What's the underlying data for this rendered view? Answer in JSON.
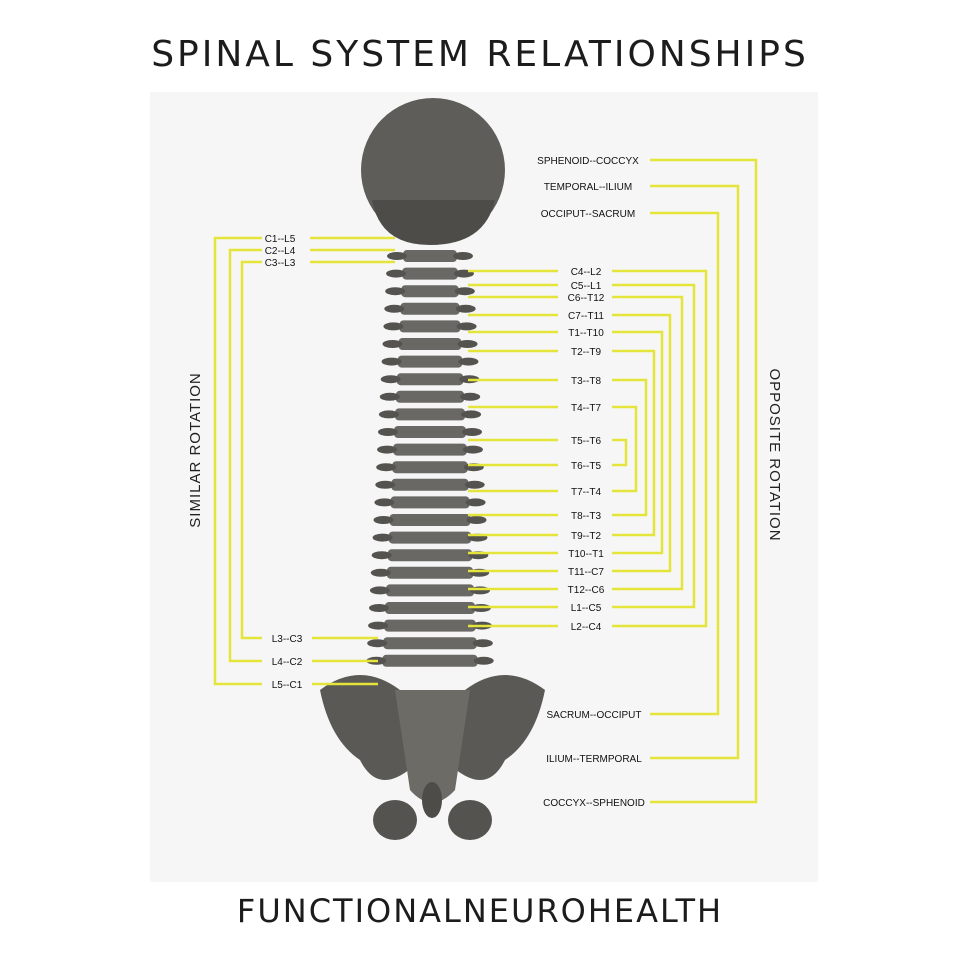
{
  "title": "SPINAL SYSTEM RELATIONSHIPS",
  "footer": "FUNCTIONALNEUROHEALTH",
  "similar_rotation_label": "SIMILAR ROTATION",
  "opposite_rotation_label": "OPPOSITE ROTATION",
  "accent_color": "#e4e43a",
  "bone_color": "#6a6864",
  "left_top_labels": [
    "C1--L5",
    "C2--L4",
    "C3--L3"
  ],
  "left_bottom_labels": [
    "L3--C3",
    "L4--C2",
    "L5--C1"
  ],
  "right_top_labels": [
    "SPHENOID--COCCYX",
    "TEMPORAL--ILIUM",
    "OCCIPUT--SACRUM"
  ],
  "right_spine_labels": [
    "C4--L2",
    "C5--L1",
    "C6--T12",
    "C7--T11",
    "T1--T10",
    "T2--T9",
    "T3--T8",
    "T4--T7",
    "T5--T6",
    "T6--T5",
    "T7--T4",
    "T8--T3",
    "T9--T2",
    "T10--T1",
    "T11--C7",
    "T12--C6",
    "L1--C5",
    "L2--C4"
  ],
  "right_bottom_labels": [
    "SACRUM--OCCIPUT",
    "ILIUM--TERMPORAL",
    "COCCYX--SPHENOID"
  ]
}
